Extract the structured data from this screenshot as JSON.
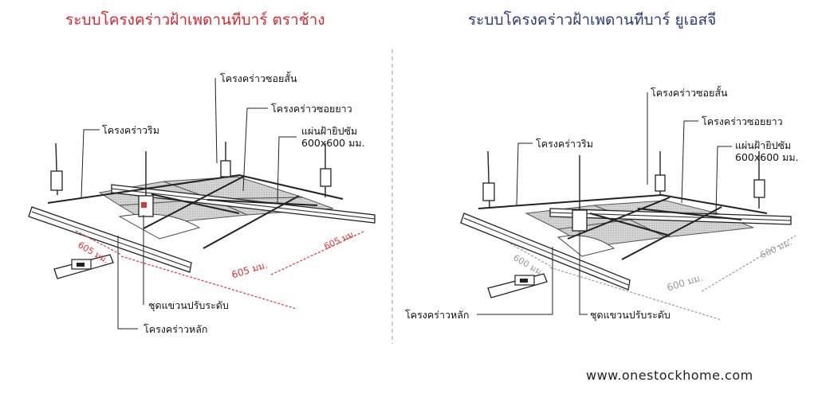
{
  "left": {
    "title": "ระบบโครงคร่าวฝ้าเพดานทีบาร์ ตราช้าง",
    "labels": {
      "cross_short": "โครงคร่าวซอยสั้น",
      "cross_long": "โครงคร่าวซอยยาว",
      "edge": "โครงคร่าวริม",
      "board": "แผ่นฝ้ายิปซัม",
      "board_size": "600x600 มม.",
      "hanger": "ชุดแขวนปรับระดับ",
      "main": "โครงคร่าวหลัก"
    },
    "dimensions": {
      "d1": "605 มม.",
      "d2": "605 มม.",
      "d3": "605 มม."
    },
    "accent": "#e0343b"
  },
  "right": {
    "title": "ระบบโครงคร่าวฝ้าเพดานทีบาร์ ยูเอสจี",
    "labels": {
      "cross_short": "โครงคร่าวซอยสั้น",
      "cross_long": "โครงคร่าวซอยยาว",
      "edge": "โครงคร่าวริม",
      "board": "แผ่นฝ้ายิปซัม",
      "board_size": "600x600 มม.",
      "main": "โครงคร่าวหลัก",
      "hanger": "ชุดแขวนปรับระดับ"
    },
    "dimensions": {
      "d1": "600 มม.",
      "d2": "600 มม.",
      "d3": "600 มม."
    },
    "accent": "#9a9a9a"
  },
  "footer": "www.onestockhome.com"
}
